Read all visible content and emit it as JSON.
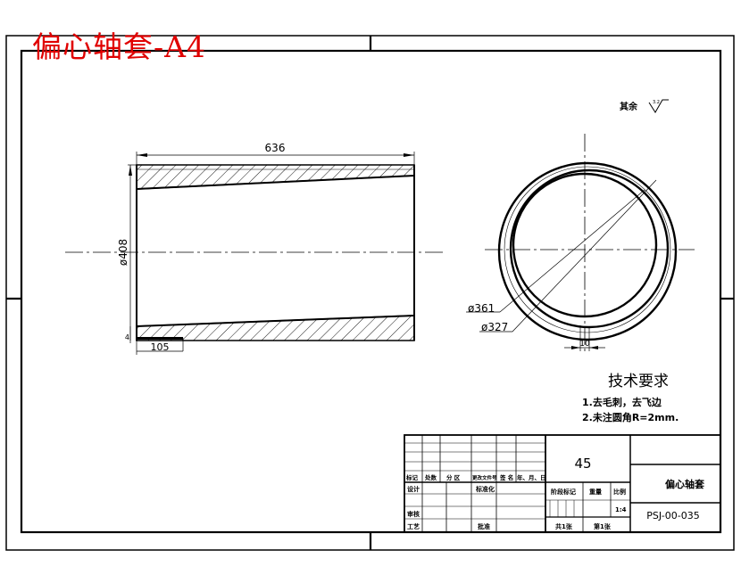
{
  "title_stamp": "偏心轴套-A4",
  "roughness_note": {
    "label": "其余",
    "value": "3.2"
  },
  "dimensions": {
    "length": "636",
    "outer_dia": "ø408",
    "dia_361": "ø361",
    "dia_327": "ø327",
    "offset": "10",
    "small_width": "105",
    "small_height": "4"
  },
  "tech_requirements": {
    "heading": "技术要求",
    "items": [
      "1.去毛刺，去飞边",
      "2.未注圆角R=2mm."
    ]
  },
  "title_block": {
    "material": "45",
    "part_name": "偏心轴套",
    "drawing_no": "PSJ-00-035",
    "scale": "1:4",
    "header_row": [
      "标记",
      "处数",
      "分 区",
      "更改文件号",
      "签 名",
      "年、月、日"
    ],
    "design": "设计",
    "standard": "标准化",
    "audit": "审核",
    "process": "工艺",
    "approve": "批准",
    "stage_mark": "阶段标记",
    "weight": "重量",
    "ratio": "比例",
    "total_sheets": "共1张",
    "sheet_no": "第1张"
  }
}
